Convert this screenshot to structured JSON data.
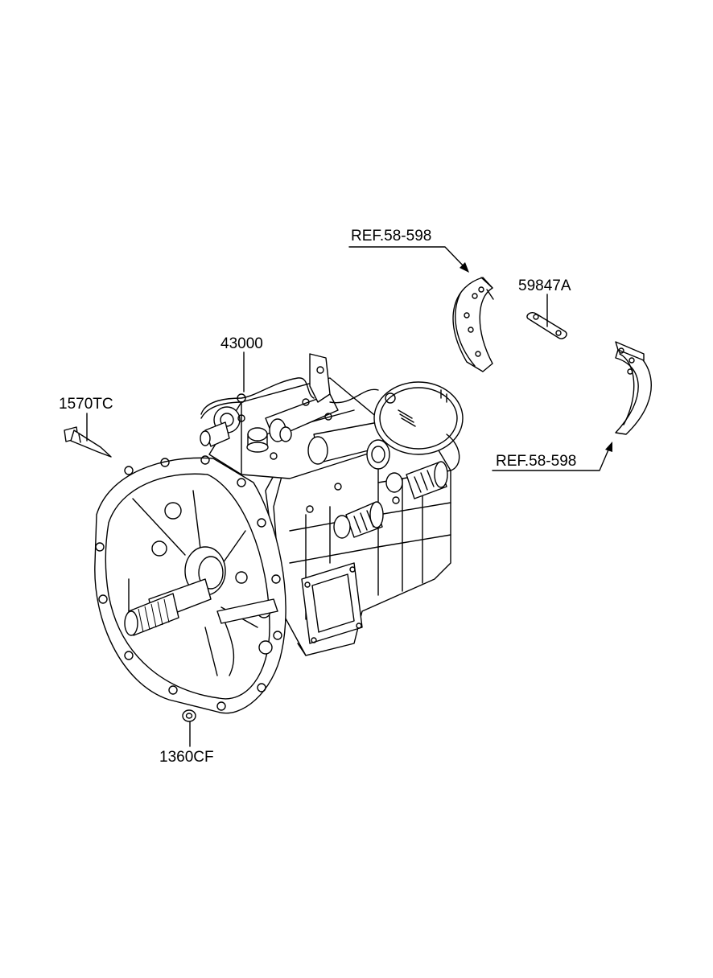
{
  "labels": {
    "part_43000": "43000",
    "part_1570TC": "1570TC",
    "part_1360CF": "1360CF",
    "part_59847A": "59847A",
    "ref_upper": "REF.58-598",
    "ref_lower": "REF.58-598"
  },
  "icons": [
    "transmission-assembly",
    "parking-brake-shoe",
    "brake-shoe-strut",
    "dowel-pin",
    "drain-plug-gasket"
  ]
}
